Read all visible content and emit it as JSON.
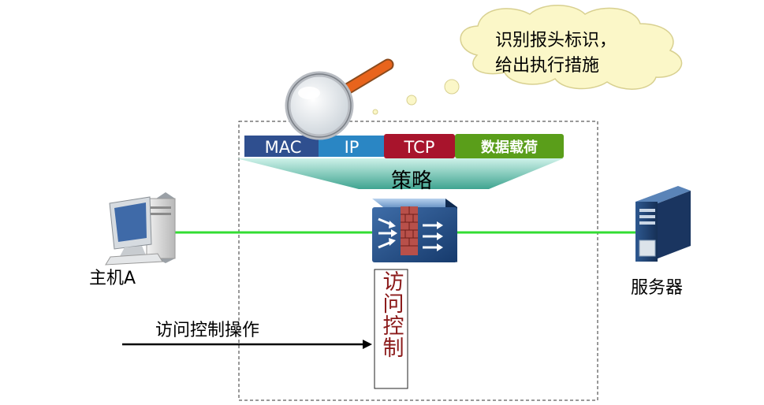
{
  "thought_bubble": {
    "line1": "识别报头标识，",
    "line2": "给出执行措施"
  },
  "packet_fields": [
    {
      "label": "MAC",
      "color": "#2f4f8f",
      "text_color": "#ffffff"
    },
    {
      "label": "IP",
      "color": "#2a86c4",
      "text_color": "#ffffff"
    },
    {
      "label": "TCP",
      "color": "#a8142c",
      "text_color": "#ffffff"
    },
    {
      "label": "数据载荷",
      "color": "#5a9e1a",
      "text_color": "#ffffff"
    }
  ],
  "policy_label": "策略",
  "host_label": "主机A",
  "server_label": "服务器",
  "operation_label": "访问控制操作",
  "access_control": {
    "c1": "访",
    "c2": "问",
    "c3": "控",
    "c4": "制"
  },
  "colors": {
    "link_line": "#33dd33",
    "access_control_text": "#8b1a1a",
    "arrow": "#000000",
    "bubble_fill": "#fbf7c8",
    "magnifier_handle": "#e8641c"
  },
  "icons": [
    "magnifier-icon",
    "computer-icon",
    "server-icon",
    "firewall-icon"
  ]
}
